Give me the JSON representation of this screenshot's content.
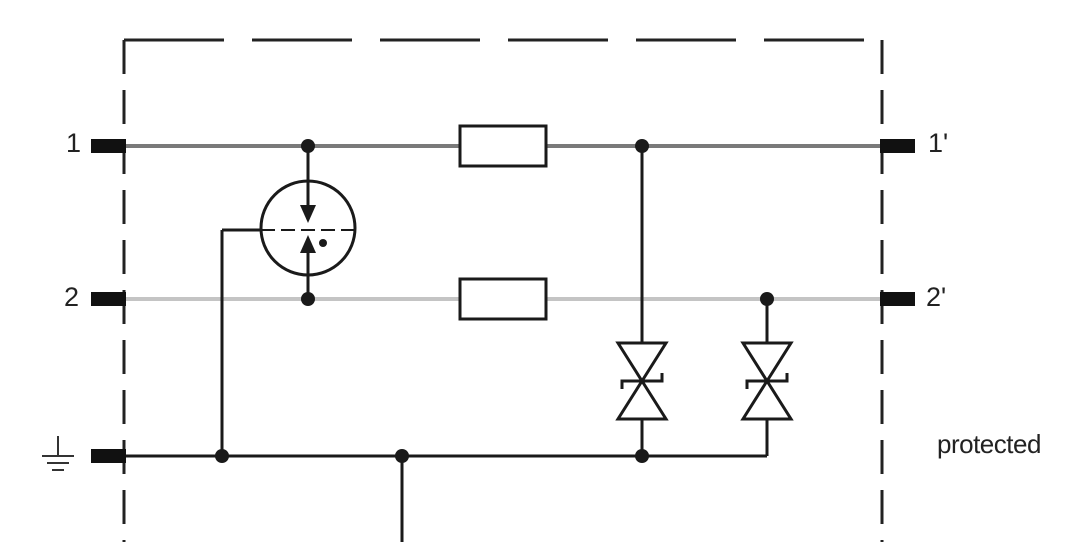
{
  "terminals": {
    "in_1": "1",
    "in_2": "2",
    "out_1": "1'",
    "out_2": "2'"
  },
  "side_label": "protected",
  "colors": {
    "line_1": "#7a7a7a",
    "line_2": "#c4c4c4",
    "wire": "#1a1a1a",
    "terminal": "#111111",
    "enclosure": "#222222"
  },
  "components": {
    "gas_discharge_tube": "gas-discharge-tube",
    "series_resistor_1": "resistor",
    "series_resistor_2": "resistor",
    "tvs_diode_1": "bidirectional-tvs-diode",
    "tvs_diode_2": "bidirectional-tvs-diode",
    "ground": "ground-symbol"
  }
}
